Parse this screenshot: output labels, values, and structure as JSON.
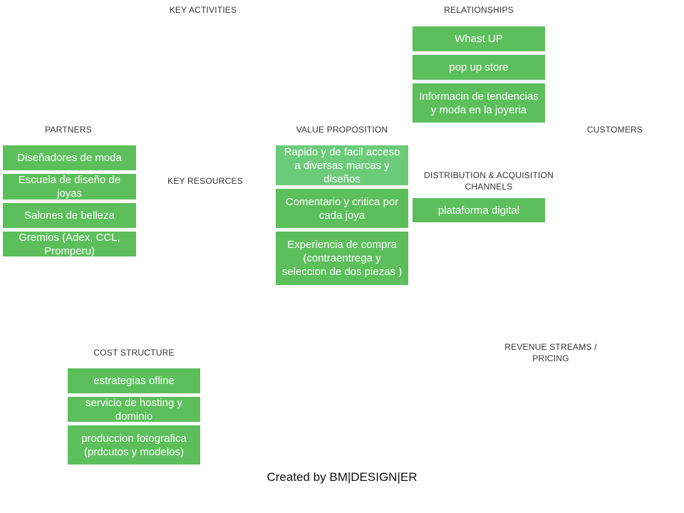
{
  "headings": {
    "key_activities": "KEY ACTIVITIES",
    "relationships": "RELATIONSHIPS",
    "partners": "PARTNERS",
    "value_proposition": "VALUE PROPOSITION",
    "customers": "CUSTOMERS",
    "key_resources": "KEY RESOURCES",
    "distribution": "DISTRIBUTION & ACQUISITION CHANNELS",
    "cost_structure": "COST STRUCTURE",
    "revenue_streams": "REVENUE STREAMS / PRICING"
  },
  "relationships": [
    "Whast UP",
    "pop up store",
    "Informacin de tendencias y moda en la joyeria"
  ],
  "partners": [
    "Diseñadores de moda",
    "Escuela de diseño de joyas",
    "Salones de belleza",
    "Gremios (Adex, CCL, Promperu)"
  ],
  "value_proposition": [
    "Rapido y de facil acceso a diversas marcas y diseños",
    "Comentario y critica por cada joya",
    "Experiencia de compra (contraentrega y seleccion de dos piezas )"
  ],
  "distribution": [
    "plataforma digital"
  ],
  "cost_structure": [
    "estrategias ofline",
    "servicio de hosting y dominio",
    "produccion fotografica (prdcutos y modelos)"
  ],
  "footer": "Created by BM|DESIGN|ER",
  "colors": {
    "card": "#5cbf5c",
    "card_light": "#6ccb7a"
  }
}
